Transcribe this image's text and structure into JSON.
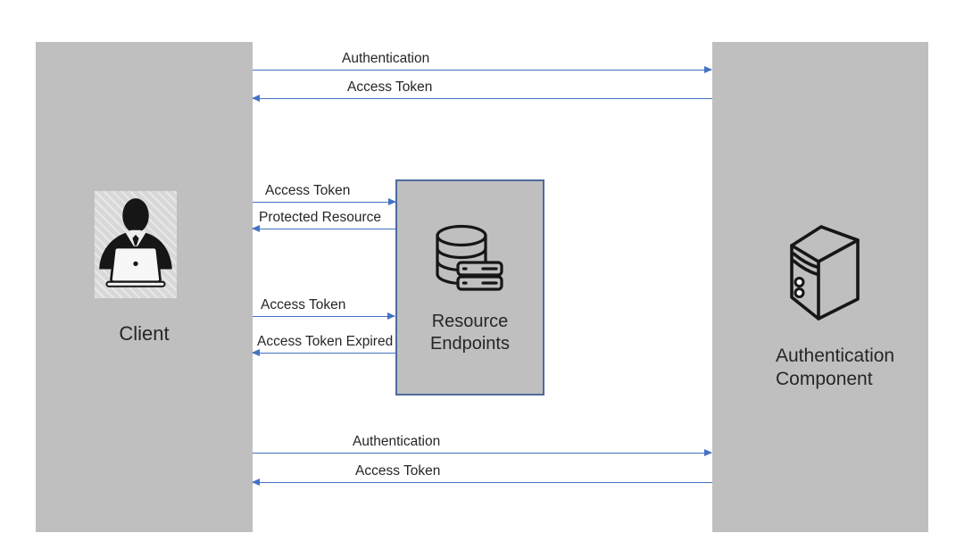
{
  "colors": {
    "arrow": "#4472c4",
    "panel-fill": "#bfbfbf",
    "resource-border": "#4d6a9d",
    "text": "#262626",
    "icon-stroke": "#161616"
  },
  "diagram": {
    "client": {
      "label": "Client",
      "icon": "person-laptop-icon"
    },
    "resource": {
      "label": "Resource Endpoints",
      "icon": "database-icon"
    },
    "auth": {
      "label": "Authentication Component",
      "icon": "server-tower-icon"
    },
    "messages": [
      {
        "label": "Authentication",
        "from": "Client",
        "to": "Authentication Component",
        "direction": "right"
      },
      {
        "label": "Access Token",
        "from": "Authentication Component",
        "to": "Client",
        "direction": "left"
      },
      {
        "label": "Access Token",
        "from": "Client",
        "to": "Resource Endpoints",
        "direction": "right"
      },
      {
        "label": "Protected Resource",
        "from": "Resource Endpoints",
        "to": "Client",
        "direction": "left"
      },
      {
        "label": "Access Token",
        "from": "Client",
        "to": "Resource Endpoints",
        "direction": "right"
      },
      {
        "label": "Access Token Expired",
        "from": "Resource Endpoints",
        "to": "Client",
        "direction": "left"
      },
      {
        "label": "Authentication",
        "from": "Client",
        "to": "Authentication Component",
        "direction": "right"
      },
      {
        "label": "Access Token",
        "from": "Authentication Component",
        "to": "Client",
        "direction": "left"
      }
    ]
  }
}
